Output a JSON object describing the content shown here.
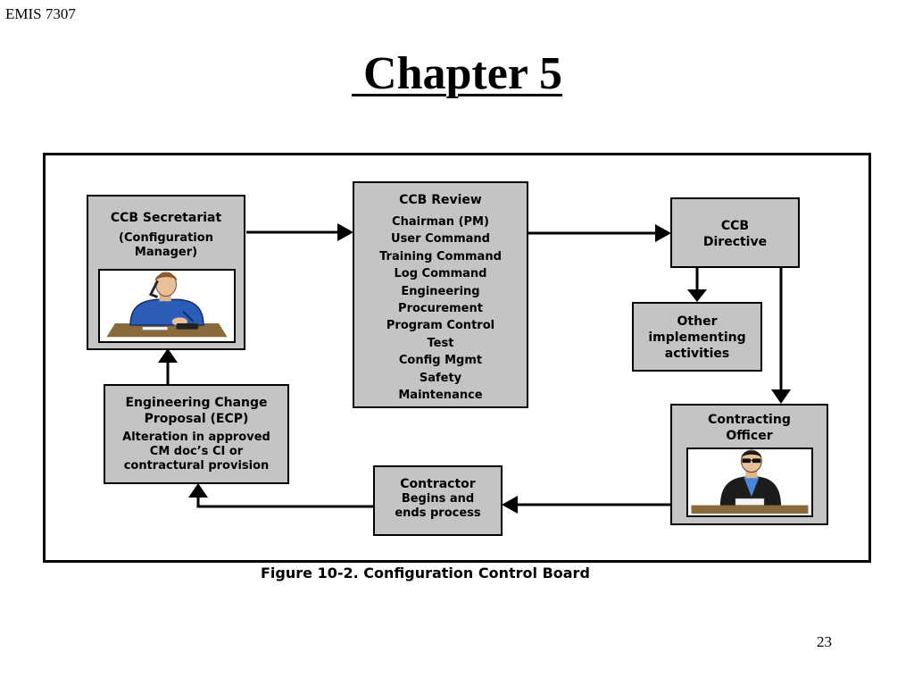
{
  "header": {
    "course_label": "EMIS 7307"
  },
  "slide": {
    "title": " Chapter 5",
    "page_number": "23"
  },
  "figure": {
    "caption": "Figure 10-2. Configuration Control Board",
    "nodes": {
      "ccb_secretariat": {
        "title": "CCB Secretariat",
        "subtitle_line1": "(Configuration",
        "subtitle_line2": "Manager)"
      },
      "ccb_review": {
        "title": "CCB Review",
        "members": [
          "Chairman (PM)",
          "User Command",
          "Training Command",
          "Log Command",
          "Engineering",
          "Procurement",
          "Program Control",
          "Test",
          "Config Mgmt",
          "Safety",
          "Maintenance"
        ]
      },
      "ccb_directive": {
        "title_line1": "CCB",
        "title_line2": "Directive"
      },
      "other_activities": {
        "line1": "Other",
        "line2": "implementing",
        "line3": "activities"
      },
      "contracting_officer": {
        "title_line1": "Contracting",
        "title_line2": "Officer"
      },
      "contractor": {
        "line1": "Contractor",
        "line2": "Begins and",
        "line3": "ends process"
      },
      "ecp": {
        "title_line1": "Engineering Change",
        "title_line2": "Proposal (ECP)",
        "detail_line1": "Alteration in approved",
        "detail_line2": "CM doc’s CI or",
        "detail_line3": "contractural provision"
      }
    },
    "illustrations": {
      "secretariat_image": "man-at-desk-on-phone-icon",
      "officer_image": "man-in-sunglasses-at-desk-icon"
    },
    "colors": {
      "box_fill": "#c4c4c4",
      "stroke": "#000000",
      "shirt_blue": "#2a5cb8"
    }
  }
}
